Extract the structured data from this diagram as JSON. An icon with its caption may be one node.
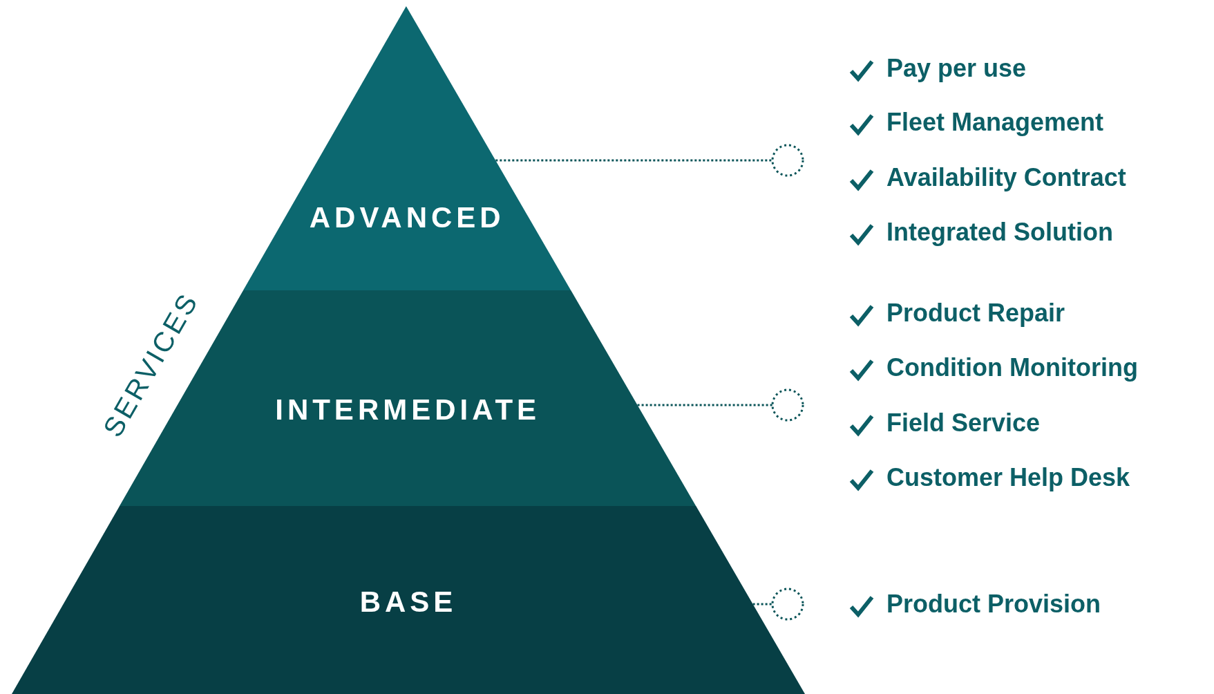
{
  "diagram": {
    "nodes": [
      {
        "text": [
          "ADVANCED"
        ]
      },
      {
        "text": [
          "INTERMEDIATE"
        ]
      },
      {
        "text": [
          "BASE"
        ]
      },
      {
        "text": [],
        "shape": "circle"
      },
      {
        "text": [],
        "shape": "circle"
      },
      {
        "text": [],
        "shape": "circle"
      }
    ],
    "edges": [
      {
        "from": 0,
        "to": 3,
        "arrow": "none",
        "style": "dashed"
      },
      {
        "from": 1,
        "to": 4,
        "arrow": "none",
        "style": "dashed"
      },
      {
        "from": 2,
        "to": 5,
        "arrow": "none",
        "style": "dashed"
      }
    ],
    "labels": [
      "SERVICES",
      "Pay per use",
      "Fleet Management",
      "Availability Contract",
      "Integrated Solution",
      "Product Repair",
      "Condition Monitoring",
      "Field Service",
      "Customer Help Desk",
      "Product Provision"
    ]
  }
}
